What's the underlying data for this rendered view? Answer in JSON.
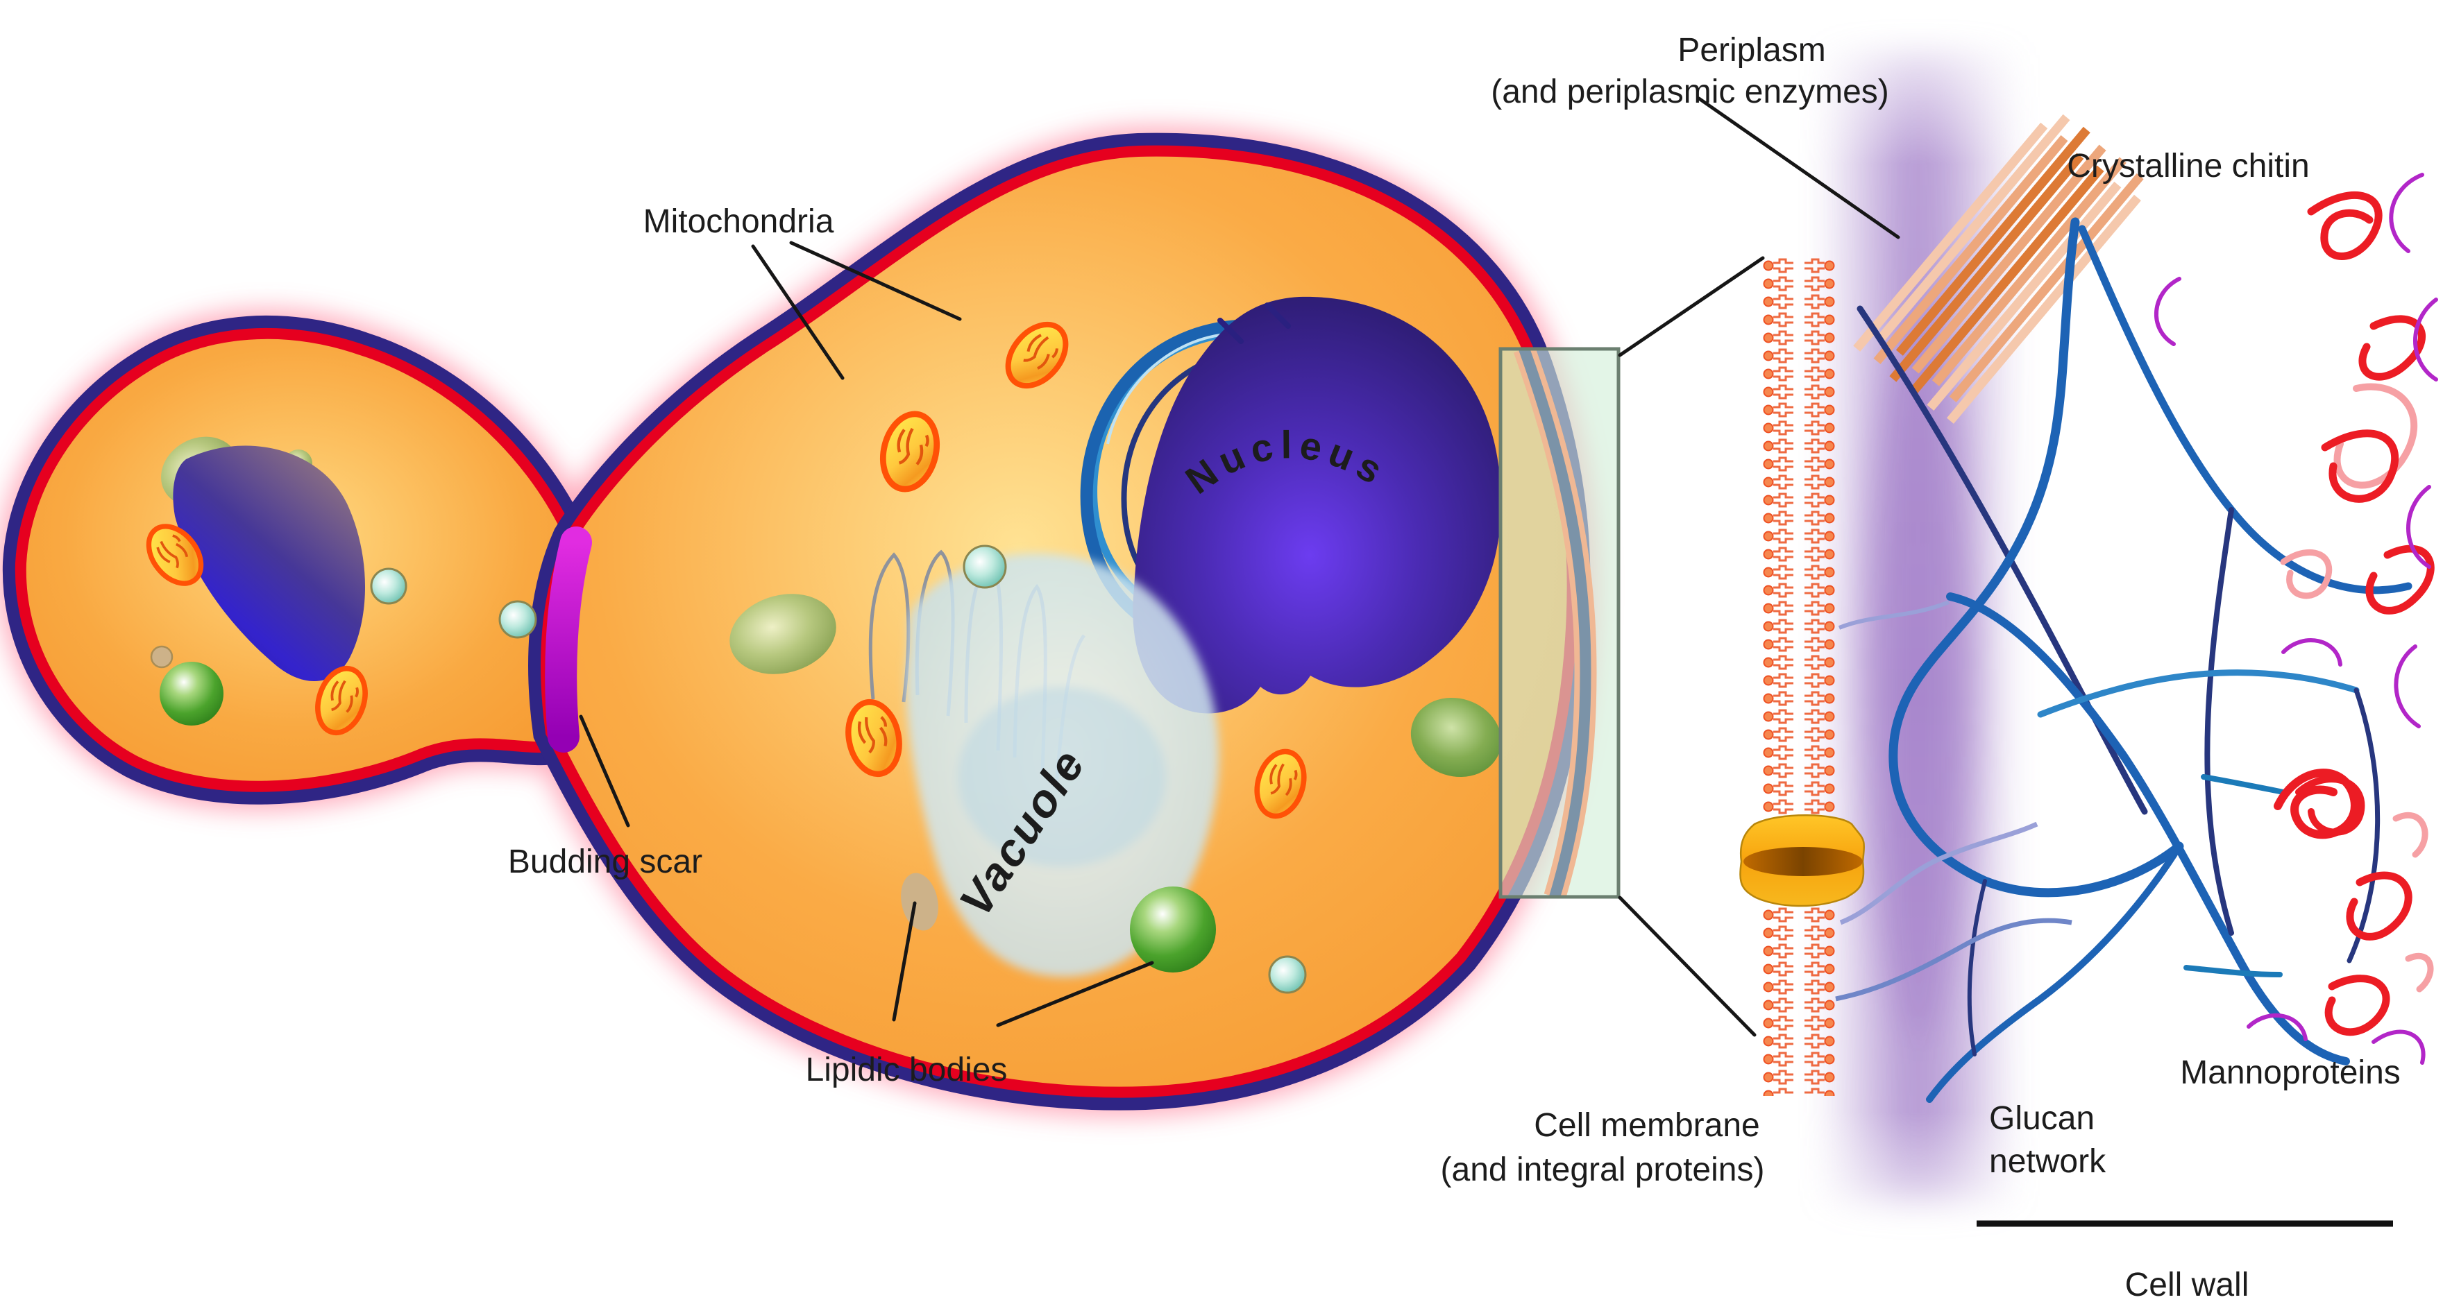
{
  "figure": {
    "title": "Yeast cell structure diagram",
    "labels": {
      "mitochondria": "Mitochondria",
      "nucleus": "Nucleus",
      "vacuole": "Vacuole",
      "budding_scar": "Budding scar",
      "lipidic_bodies": "Lipidic bodies",
      "periplasm_line1": "Periplasm",
      "periplasm_line2": "(and periplasmic enzymes)",
      "crystalline_chitin": "Crystalline chitin",
      "cell_membrane_line1": "Cell membrane",
      "cell_membrane_line2": "(and integral proteins)",
      "glucan_network_line1": "Glucan",
      "glucan_network_line2": "network",
      "mannoproteins": "Mannoproteins",
      "cell_wall": "Cell wall"
    },
    "colors": {
      "membrane_navy": "#2f2585",
      "membrane_red": "#e6001f",
      "outer_glow_pink": "#ffaebc",
      "cytoplasm_orange": "#f8a43c",
      "budding_scar_magenta": "#c018c8",
      "nucleus_purple": "#4527a0",
      "mitochondria_yellow": "#ffd24a",
      "mitochondria_outline": "#ff5106",
      "vacuole_blue": "#d7ebf2",
      "vacuole_text_red": "#e8101e",
      "lipid_bilayer_orange": "#ee6a42",
      "periplasm_purple": "#a887cc",
      "chitin_orange": "#dd7a35",
      "glucan_blue": "#1d63b5",
      "mannoprotein_red": "#ec1c24",
      "mannoprotein_magenta": "#b226c8",
      "zoom_panel_green": "#d2efd8",
      "label_text": "#1c1c1c"
    }
  }
}
